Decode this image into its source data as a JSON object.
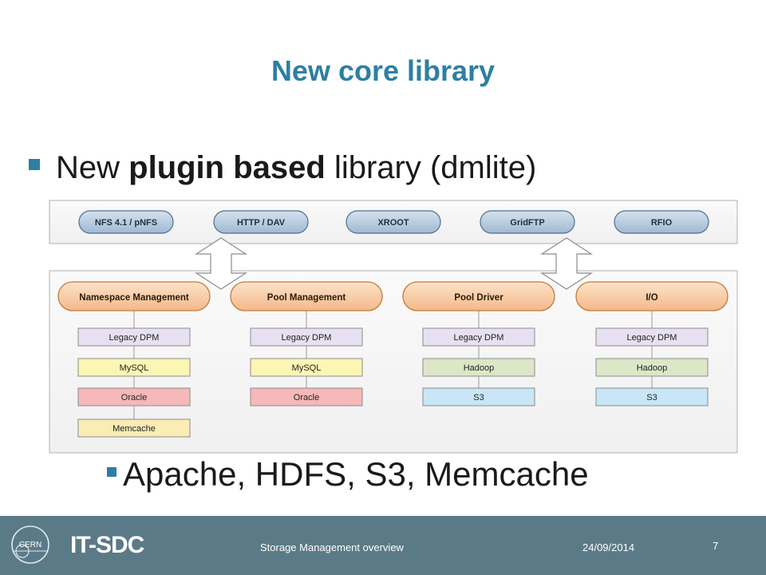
{
  "title": "New core library",
  "bullet1": {
    "pre": "New ",
    "bold": "plugin based",
    "post": " library (dmlite)"
  },
  "bullet2": "Apache, HDFS, S3, Memcache",
  "protocols": [
    "NFS 4.1 / pNFS",
    "HTTP / DAV",
    "XROOT",
    "GridFTP",
    "RFIO"
  ],
  "modules": [
    {
      "name": "Namespace Management",
      "plugins": [
        "Legacy DPM",
        "MySQL",
        "Oracle",
        "Memcache"
      ]
    },
    {
      "name": "Pool Management",
      "plugins": [
        "Legacy DPM",
        "MySQL",
        "Oracle"
      ]
    },
    {
      "name": "Pool Driver",
      "plugins": [
        "Legacy DPM",
        "Hadoop",
        "S3"
      ]
    },
    {
      "name": "I/O",
      "plugins": [
        "Legacy DPM",
        "Hadoop",
        "S3"
      ]
    }
  ],
  "plugin_colors": {
    "Legacy DPM": "#e6e0f0",
    "MySQL": "#fbf6b4",
    "Oracle": "#f6b8b8",
    "Memcache": "#fbecb4",
    "Hadoop": "#dde7c8",
    "S3": "#c8e6f7"
  },
  "colors": {
    "accent": "#2e7fa3",
    "protocol_pill": "#b9cde2",
    "module_pill": "#f9d3ad",
    "footer": "#5b7a88"
  },
  "footer": {
    "logo": "CERN",
    "brand": "IT-SDC",
    "text": "Storage Management overview",
    "date": "24/09/2014",
    "page": "7"
  }
}
